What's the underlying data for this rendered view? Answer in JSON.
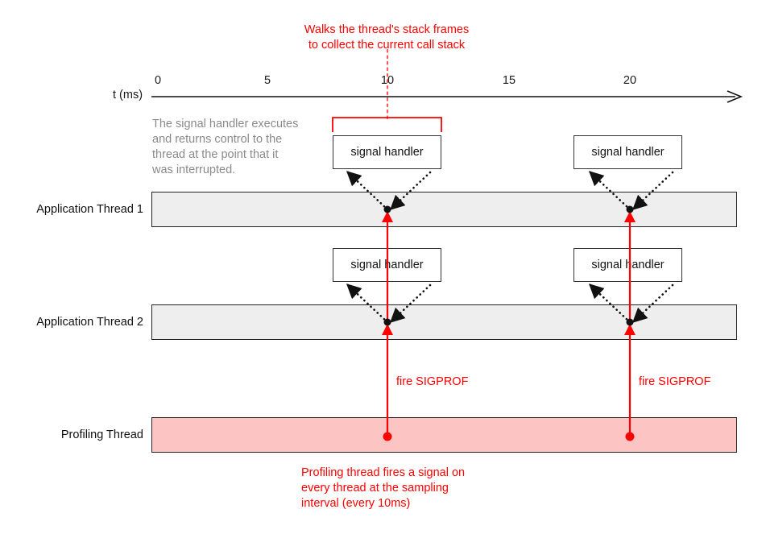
{
  "annotations": {
    "top_note": "Walks the thread's stack frames\nto collect the current call stack",
    "left_note": "The signal handler executes\nand returns control to the\nthread at the point that it\nwas interrupted.",
    "bottom_note": "Profiling thread fires a signal on\nevery thread at the sampling\ninterval (every 10ms)"
  },
  "axis": {
    "label": "t (ms)",
    "ticks": [
      "0",
      "5",
      "10",
      "15",
      "20"
    ],
    "tick_values": [
      0,
      5,
      10,
      15,
      20
    ],
    "unit": "ms",
    "arrow": "right-arrow-icon"
  },
  "lanes": [
    {
      "id": "thread1",
      "label": "Application Thread 1",
      "kind": "application",
      "color": "#eeeeee"
    },
    {
      "id": "thread2",
      "label": "Application Thread 2",
      "kind": "application",
      "color": "#eeeeee"
    },
    {
      "id": "profiler",
      "label": "Profiling Thread",
      "kind": "profiler",
      "color": "#fdc4c4"
    }
  ],
  "handler_boxes": [
    {
      "label": "signal handler",
      "lane": "thread1",
      "at_ms": 10
    },
    {
      "label": "signal handler",
      "lane": "thread1",
      "at_ms": 20
    },
    {
      "label": "signal handler",
      "lane": "thread2",
      "at_ms": 10
    },
    {
      "label": "signal handler",
      "lane": "thread2",
      "at_ms": 20
    }
  ],
  "signals": [
    {
      "label": "fire SIGPROF",
      "at_ms": 10
    },
    {
      "label": "fire SIGPROF",
      "at_ms": 20
    }
  ],
  "colors": {
    "accent_red": "#ff0000",
    "profiler_fill": "#fdc4c4",
    "thread_fill": "#eeeeee",
    "stroke": "#222222",
    "muted_text": "#8a8a8a"
  }
}
